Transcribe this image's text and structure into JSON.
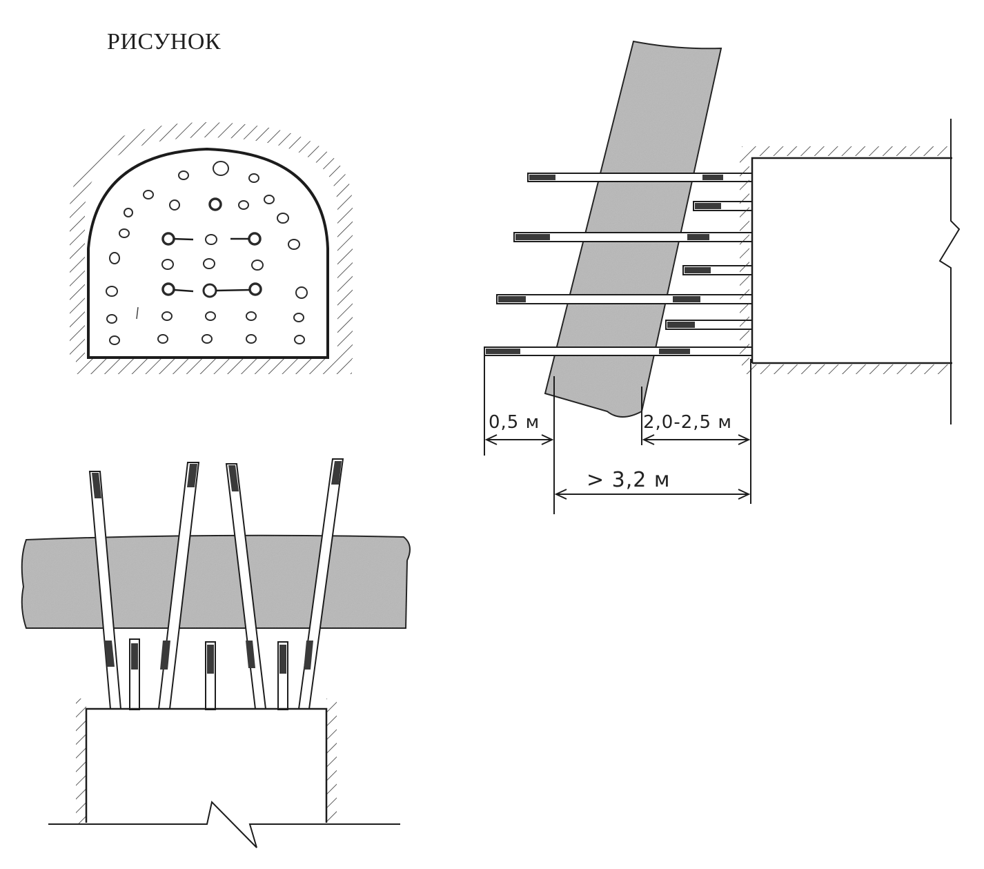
{
  "title": "РИСУНОК",
  "dimensions": {
    "left_gap": "0,5 м",
    "right_gap": "2,0-2,5 м",
    "total": "> 3,2 м"
  },
  "colors": {
    "ink": "#1c1c1c",
    "rock": "#b8b8b8",
    "charge": "#3a3a3a"
  }
}
